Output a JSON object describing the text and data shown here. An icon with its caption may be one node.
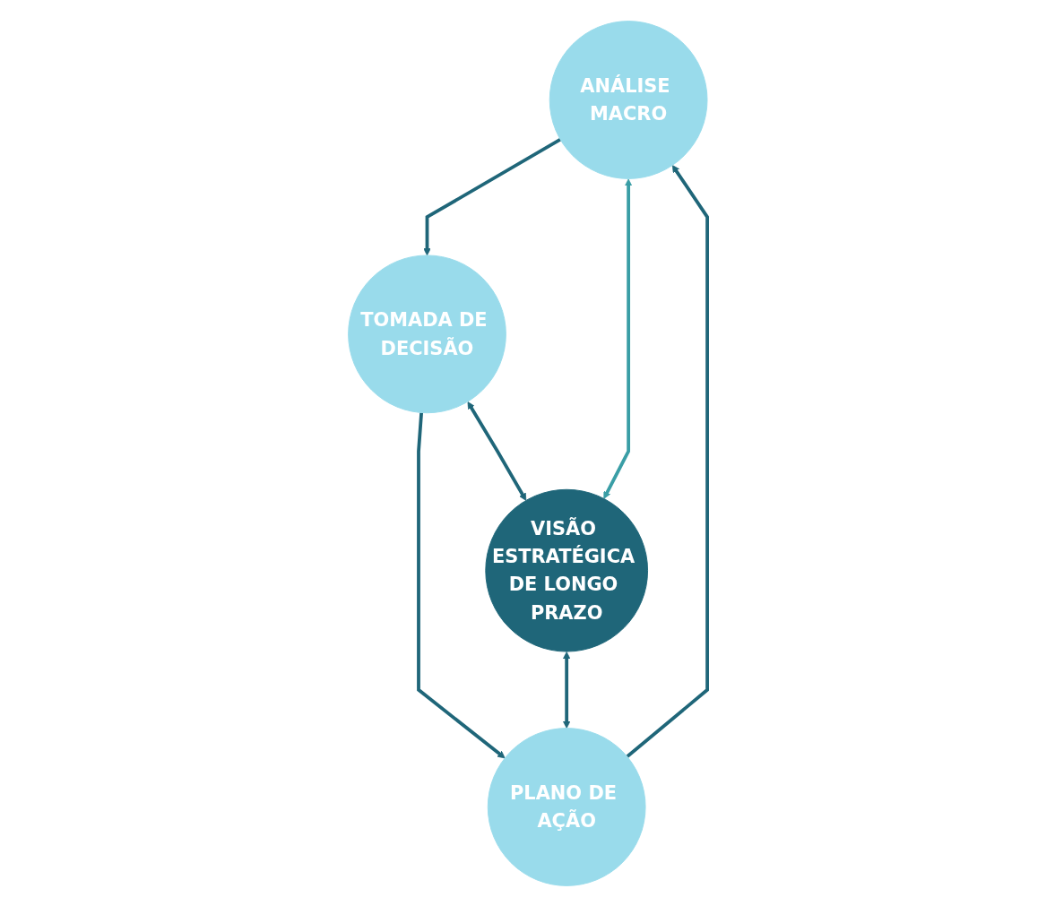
{
  "diagram": {
    "nodes": [
      {
        "text": [
          "ANÁLISE MACRO"
        ]
      },
      {
        "text": [
          "VISÃO ESTRATÉGICA DE LONGO PRAZO"
        ]
      },
      {
        "text": [
          "TOMADA DE DECISÃO"
        ]
      },
      {
        "text": [
          "PLANO DE AÇÃO"
        ]
      }
    ],
    "edges": [
      {
        "from": 0,
        "to": 2,
        "arrow": "to"
      },
      {
        "from": 2,
        "to": 3,
        "arrow": "to"
      },
      {
        "from": 3,
        "to": 0,
        "arrow": "to"
      },
      {
        "from": 0,
        "to": 1,
        "arrow": "both",
        "color": "#3a9ea6"
      },
      {
        "from": 2,
        "to": 1,
        "arrow": "both"
      },
      {
        "from": 1,
        "to": 3,
        "arrow": "both"
      }
    ]
  }
}
